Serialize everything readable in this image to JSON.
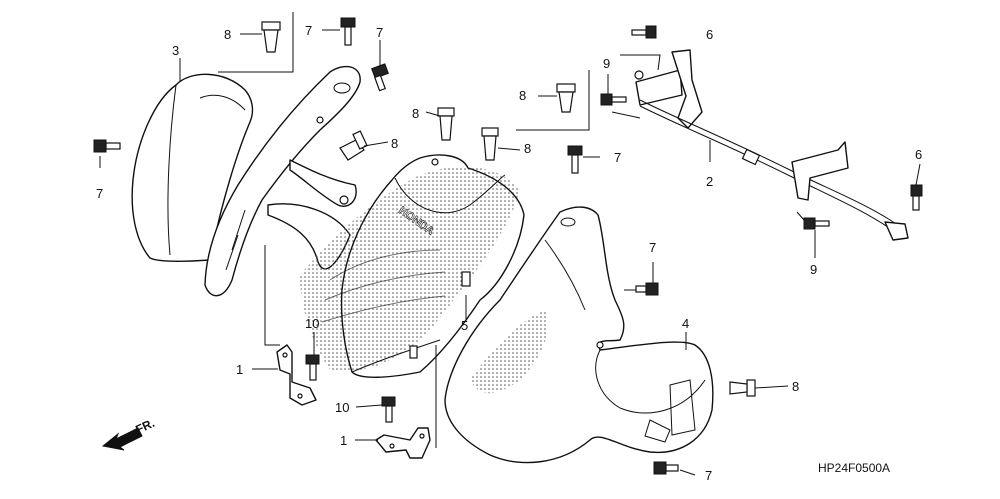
{
  "callouts": {
    "c1a": "1",
    "c1b": "1",
    "c2": "2",
    "c3": "3",
    "c4": "4",
    "c5": "5",
    "c6a": "6",
    "c6b": "6",
    "c7a": "7",
    "c7b": "7",
    "c7c": "7",
    "c7d": "7",
    "c7e": "7",
    "c7f": "7",
    "c8a": "8",
    "c8b": "8",
    "c8c": "8",
    "c8d": "8",
    "c8e": "8",
    "c8f": "8",
    "c9a": "9",
    "c9b": "9",
    "c10a": "10",
    "c10b": "10"
  },
  "front_label": "FR.",
  "brand_text": "HONDA",
  "diagram_code": "HP24F0500A"
}
